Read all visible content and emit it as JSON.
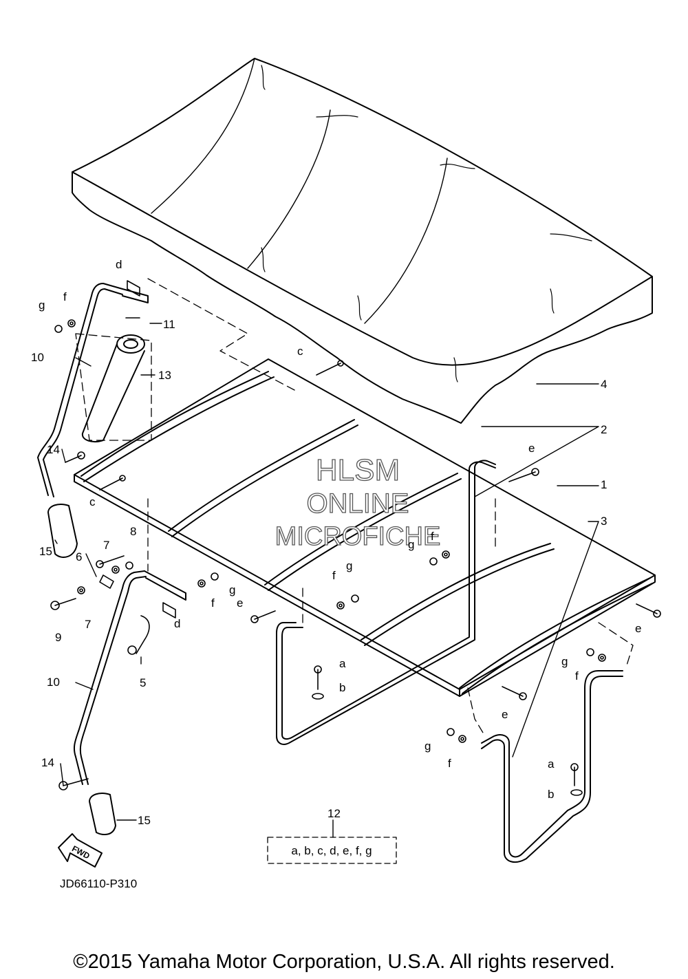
{
  "callouts": {
    "n1": "1",
    "n2": "2",
    "n3": "3",
    "n4": "4",
    "n5": "5",
    "n6": "6",
    "n7a": "7",
    "n7b": "7",
    "n8": "8",
    "n9": "9",
    "n10a": "10",
    "n10b": "10",
    "n11": "11",
    "n12": "12",
    "n13": "13",
    "n14a": "14",
    "n14b": "14",
    "n15a": "15",
    "n15b": "15",
    "a1": "a",
    "a2": "a",
    "b1": "b",
    "b2": "b",
    "c1": "c",
    "c2": "c",
    "d1": "d",
    "d2": "d",
    "e1": "e",
    "e2": "e",
    "e3": "e",
    "e4": "e",
    "f1": "f",
    "f2": "f",
    "f3": "f",
    "f4": "f",
    "f5": "f",
    "f6": "f",
    "g1": "g",
    "g2": "g",
    "g3": "g",
    "g4": "g",
    "g5": "g",
    "g6": "g"
  },
  "kit_contents": "a, b, c, d, e, f, g",
  "fwd_label": "FWD",
  "diagram_code": "JD66110-P310",
  "watermark": {
    "line1": "HLSM",
    "line2": "ONLINE",
    "line3": "MICROFICHE"
  },
  "copyright": "©2015 Yamaha Motor Corporation, U.S.A. All rights reserved."
}
